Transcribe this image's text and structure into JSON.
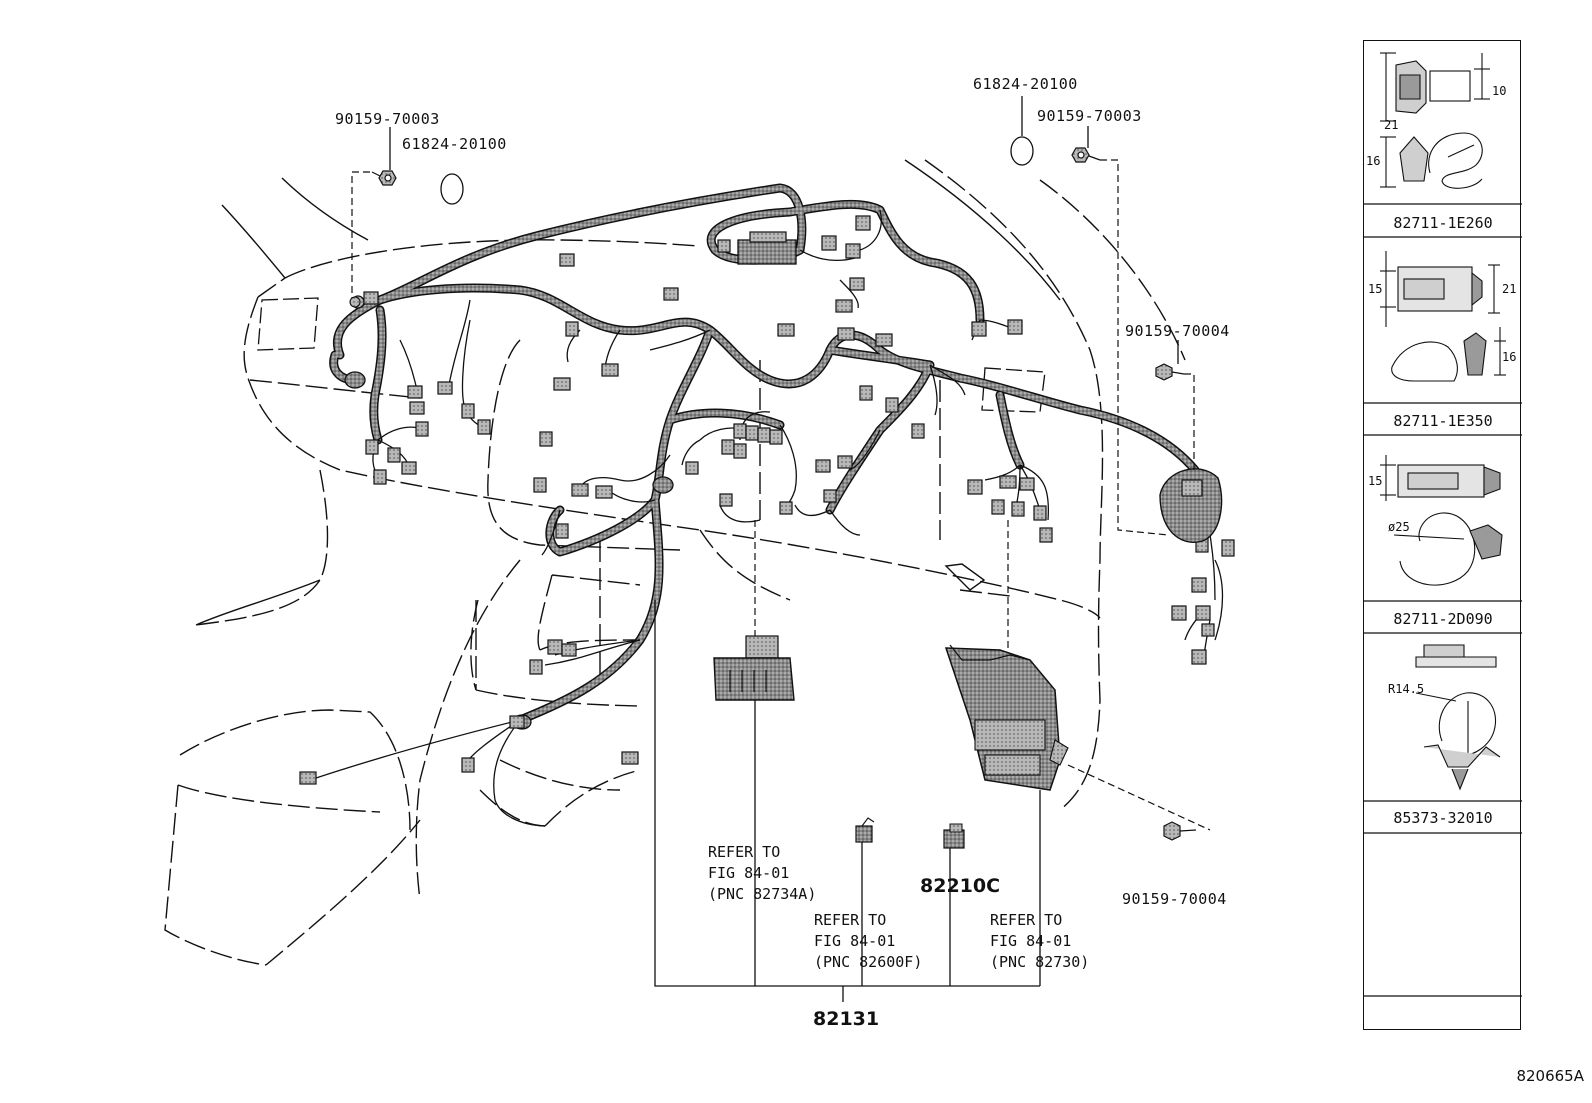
{
  "callouts": {
    "bolt_left_top": "90159-70003",
    "grommet_left_top": "61824-20100",
    "grommet_right_top": "61824-20100",
    "bolt_right_top": "90159-70003",
    "screw_right_mid": "90159-70004",
    "screw_right_low": "90159-70004",
    "relay_clip": "82210C",
    "harness_assy": "82131"
  },
  "refer_notes": [
    {
      "line1": "REFER TO",
      "line2": "FIG 84-01",
      "line3": "(PNC 82734A)"
    },
    {
      "line1": "REFER TO",
      "line2": "FIG 84-01",
      "line3": "(PNC 82600F)"
    },
    {
      "line1": "REFER TO",
      "line2": "FIG 84-01",
      "line3": "(PNC 82730)"
    }
  ],
  "clip_panel": {
    "clips": [
      {
        "part_no": "82711-1E260",
        "dims": [
          "21",
          "10",
          "16"
        ]
      },
      {
        "part_no": "82711-1E350",
        "dims": [
          "15",
          "21",
          "16"
        ]
      },
      {
        "part_no": "82711-2D090",
        "dims": [
          "15",
          "ø25"
        ]
      },
      {
        "part_no": "85373-32010",
        "dims": [
          "R14.5"
        ]
      }
    ]
  },
  "figure_id": "820665A"
}
